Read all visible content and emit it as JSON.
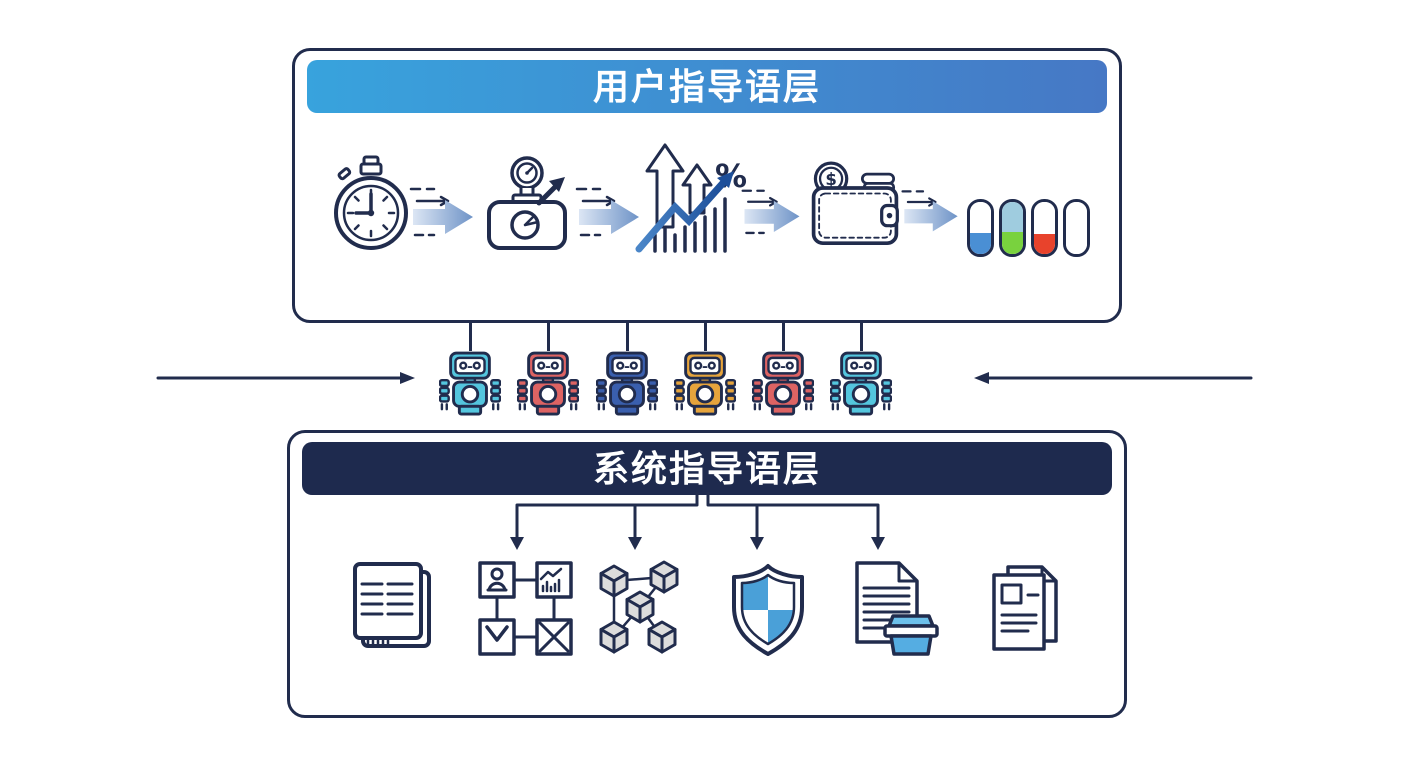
{
  "palette": {
    "outline_navy": "#212c4d",
    "header_gradient_left": "#38a3dd",
    "header_gradient_right": "#4678c5",
    "header_dark_navy": "#1e2a4e",
    "flow_arrow_light": "#dce6f4",
    "flow_arrow_blue": "#6e93c7",
    "growth_arrow_light": "#bcd5ec",
    "growth_arrow_pale": "#eef4fb",
    "trend_line_blue_start": "#4a86c8",
    "trend_line_blue_end": "#1d4f9a",
    "shield_blue": "#4aa0d8",
    "cube_gray": "#dcdcdc",
    "archive_box_blue": "#55ade2",
    "archive_lid_blue": "#6cc0ea"
  },
  "top_panel": {
    "title": "用户指导语层",
    "percent_sign": "%",
    "dollar_sign": "$",
    "icons": [
      "stopwatch-icon",
      "flow-arrow-icon",
      "gauge-box-icon",
      "flow-arrow-icon",
      "growth-chart-icon",
      "flow-arrow-icon",
      "wallet-icon",
      "flow-arrow-icon",
      "pills-icon"
    ],
    "pills": [
      {
        "top_color": "#ffffff",
        "bottom_color": "#4a8fd4",
        "bottom_pct": 40
      },
      {
        "top_color": "#9fccdf",
        "bottom_color": "#79d23e",
        "bottom_pct": 42
      },
      {
        "top_color": "#ffffff",
        "bottom_color": "#e8432c",
        "bottom_pct": 38
      },
      {
        "top_color": "#ffffff",
        "bottom_color": "#ffffff",
        "bottom_pct": 0
      }
    ]
  },
  "middle": {
    "robot_colors": [
      "#54c6de",
      "#dd6363",
      "#3a5fae",
      "#e6a43c",
      "#dd6363",
      "#54c6de"
    ]
  },
  "bottom_panel": {
    "title": "系统指导语层",
    "icons": [
      "book-icon",
      "workflow-grid-icon",
      "network-cubes-icon",
      "shield-icon",
      "document-archive-icon",
      "documents-icon"
    ]
  }
}
